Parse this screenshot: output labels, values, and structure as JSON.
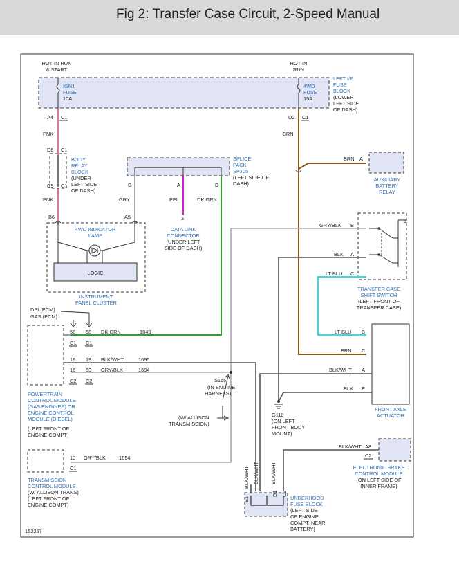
{
  "title": "Fig 2: Transfer Case Circuit, 2-Speed Manual",
  "figure_id": "152257",
  "colors": {
    "pnk": "#f06aa8",
    "brn": "#8b5a14",
    "grn": "#27a827",
    "gry": "#a9a9a9",
    "ppl": "#d21cc8",
    "ltblu": "#2ee0ee",
    "blk": "#555555",
    "box": "#e0e4f4",
    "label_blue": "#2f6fb5"
  },
  "fuse_block": {
    "hot1": [
      "HOT IN RUN",
      "& START"
    ],
    "hot2": [
      "HOT IN",
      "RUN"
    ],
    "fuse1": [
      "IGN1",
      "FUSE",
      "10A"
    ],
    "fuse2": [
      "4WD",
      "FUSE",
      "15A"
    ],
    "name": [
      "LEFT I/P",
      "FUSE",
      "BLOCK"
    ],
    "loc": [
      "(LOWER",
      "LEFT SIDE",
      "OF DASH)"
    ],
    "a4": "A4",
    "c1a": "C1",
    "d2": "D2",
    "c1b": "C1"
  },
  "wires": {
    "pnk1": "PNK",
    "brn1": "BRN",
    "pnk2": "PNK",
    "gry": "GRY",
    "ppl": "PPL",
    "dkgrn": "DK GRN"
  },
  "body_relay": {
    "d8": "D8",
    "c1a": "C1",
    "name": [
      "BODY",
      "RELAY",
      "BLOCK"
    ],
    "loc": [
      "(UNDER",
      "LEFT SIDE",
      "OF DASH)"
    ],
    "c9": "C9",
    "c1b": "C1"
  },
  "splice": {
    "name": [
      "SPLICE",
      "PACK",
      "SP205"
    ],
    "loc": [
      "(LEFT SIDE OF",
      "DASH)"
    ],
    "g": "G",
    "a": "A",
    "b": "B"
  },
  "aux_relay": {
    "wire": "BRN",
    "pin": "A",
    "name": [
      "AUXILIARY",
      "BATTERY",
      "RELAY"
    ]
  },
  "dlc": {
    "pin": "2",
    "name": [
      "DATA LINK",
      "CONNECTOR"
    ],
    "loc": [
      "(UNDER LEFT",
      "SIDE OF DASH)"
    ]
  },
  "cluster": {
    "b6": "B6",
    "a5": "A5",
    "lamp": [
      "4WD INDICATOR",
      "LAMP"
    ],
    "logic": "LOGIC",
    "name": [
      "INSTRUMENT",
      "PANEL CLUSTER"
    ]
  },
  "tcss": {
    "w1": "GRY/BLK",
    "p1": "B",
    "w2": "BLK",
    "p2": "A",
    "w3": "LT BLU",
    "p3": "C",
    "name": [
      "TRANSFER CASE",
      "SHIFT SWITCH"
    ],
    "loc": [
      "(LEFT FRONT OF",
      "TRANSFER CASE)"
    ]
  },
  "pcm": {
    "dsl": "DSL(ECM)",
    "gas": "GAS (PCM)",
    "r1": [
      "58",
      "58",
      "DK GRN",
      "1049"
    ],
    "r1c": [
      "C1",
      "C1"
    ],
    "r2": [
      "19",
      "19",
      "BLK/WHT",
      "1695"
    ],
    "r3": [
      "16",
      "63",
      "GRY/BLK",
      "1694"
    ],
    "r3c": [
      "C2",
      "C2"
    ],
    "name": [
      "POWERTRAIN",
      "CONTROL MODULE",
      "(GAS ENGINES) OR",
      "ENGINE CONTROL",
      "MODULE (DIESEL)"
    ],
    "loc": [
      "(LEFT FRONT OF",
      "ENGINE COMPT)"
    ]
  },
  "s165": {
    "label": "S165",
    "loc": [
      "(IN ENGINE",
      "HARNESS)"
    ],
    "note": [
      "(W/ ALLISON",
      "TRANSMISSION)"
    ]
  },
  "faa": {
    "w1": "LT BLU",
    "p1": "B",
    "w2": "BRN",
    "p2": "C",
    "w3": "BLK/WHT",
    "p3": "A",
    "w4": "BLK",
    "p4": "E",
    "name": [
      "FRONT AXLE",
      "ACTUATOR"
    ]
  },
  "g110": {
    "label": "G110",
    "loc": [
      "(ON LEFT",
      "FRONT BODY",
      "MOUNT)"
    ]
  },
  "tcm": {
    "row": [
      "10",
      "GRY/BLK",
      "1694"
    ],
    "c1": "C1",
    "name": [
      "TRANSMISSION",
      "CONTROL MODULE"
    ],
    "loc": [
      "(W/ ALLISON TRANS)",
      "(LEFT FRONT OF",
      "ENGINE COMPT)"
    ]
  },
  "ebcm": {
    "wire": "BLK/WHT",
    "a8": "A8",
    "c2": "C2",
    "name": [
      "ELECTRONIC BRAKE",
      "CONTROL MODULE"
    ],
    "loc": [
      "(ON LEFT SIDE OF",
      "INNER FRAME)"
    ]
  },
  "ufb": {
    "v1": "BLK/WHT",
    "v2": "BLK/WHT",
    "v3": "BLK/WHT",
    "e1": "E1",
    "d1": "D1",
    "c2": "C2",
    "name": [
      "UNDERHOOD",
      "FUSE BLOCK"
    ],
    "loc": [
      "(LEFT SIDE",
      "OF ENGINE",
      "COMPT, NEAR",
      "BATTERY)"
    ]
  }
}
